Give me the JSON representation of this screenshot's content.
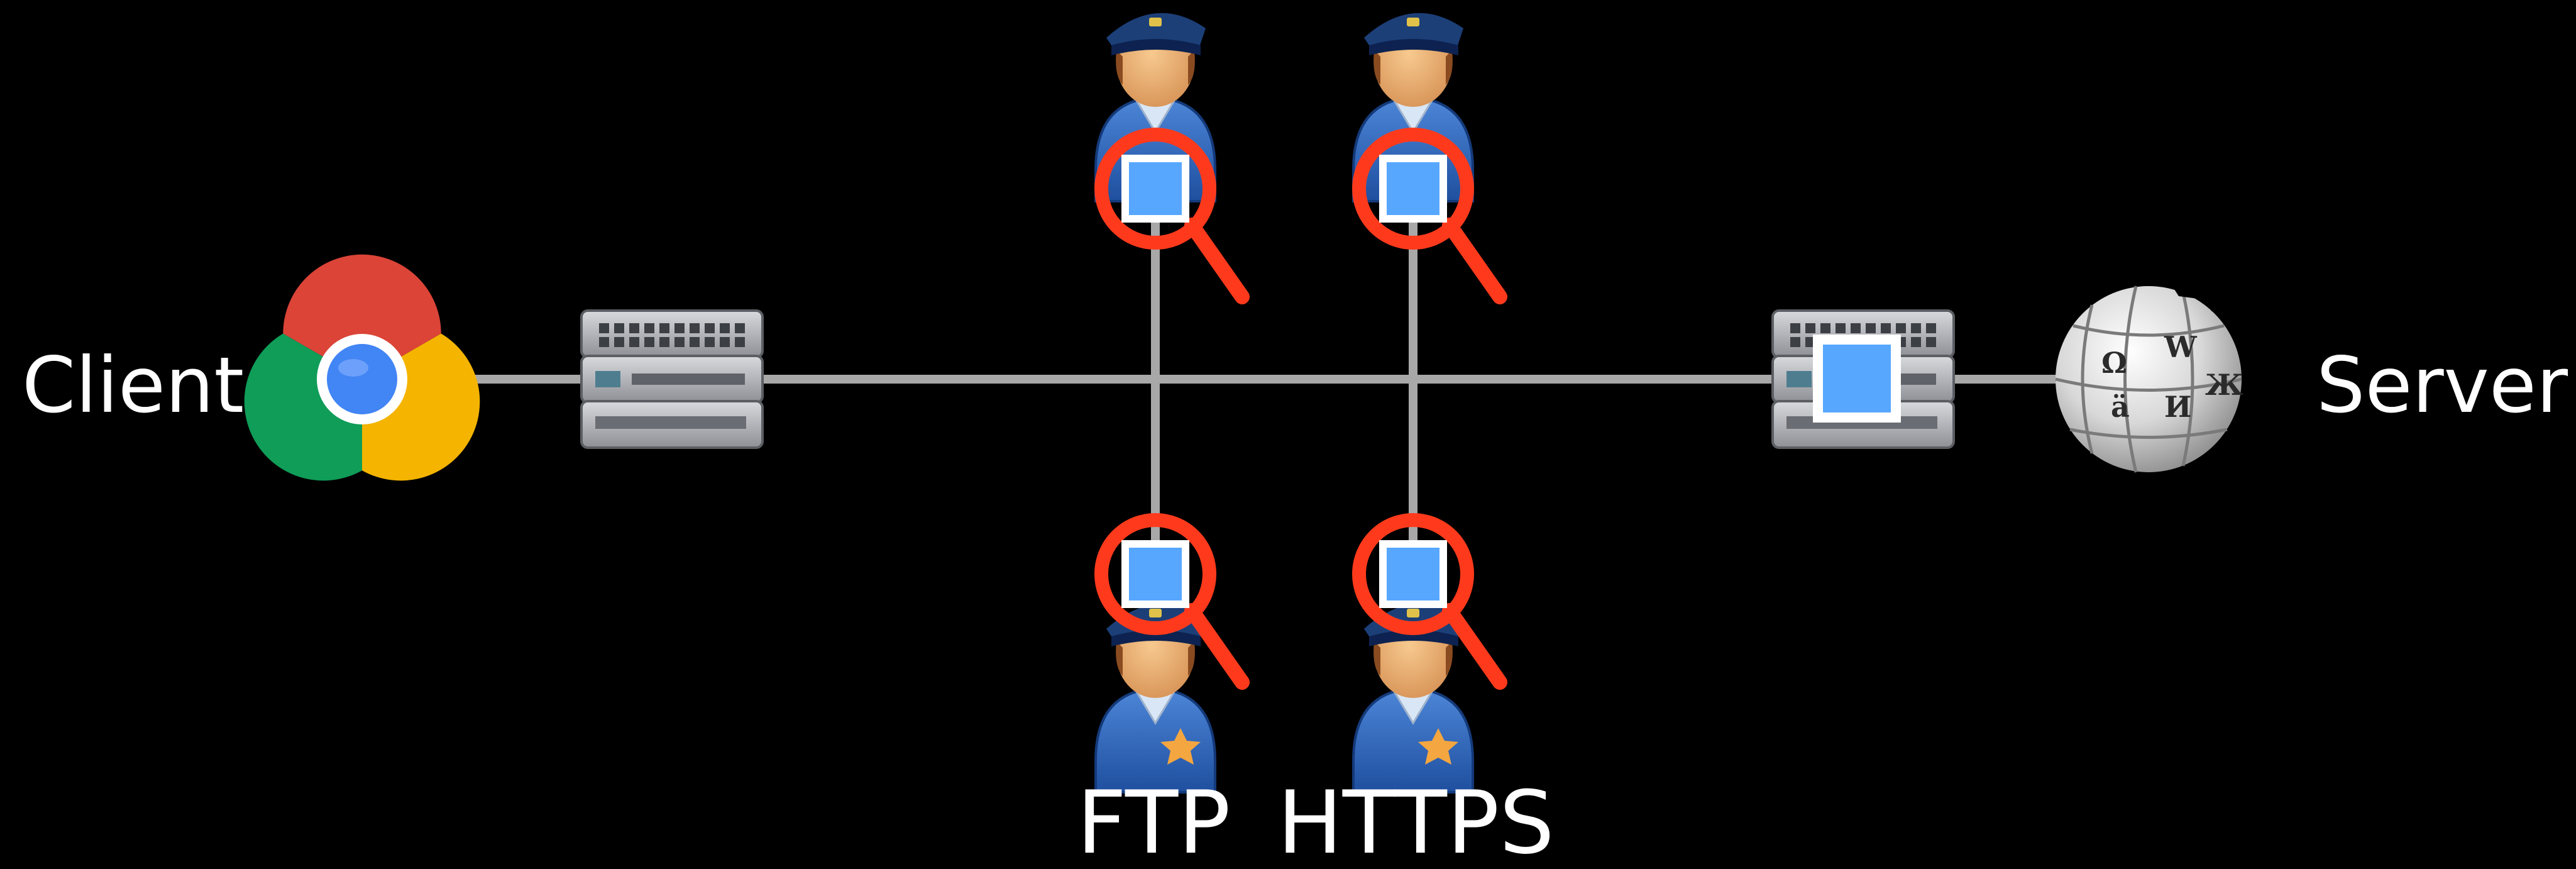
{
  "labels": {
    "client": "Client",
    "server": "Server",
    "ftp": "FTP",
    "https": "HTTPS"
  },
  "icons": {
    "client": "chrome-browser-icon",
    "server": "wikipedia-globe-icon",
    "router_left": "network-router-icon",
    "router_right": "network-router-icon",
    "observer": "police-officer-icon",
    "inspect": "magnifying-glass-icon",
    "packet": "data-packet-icon"
  },
  "colors": {
    "background": "#000000",
    "wire": "#a8a8a8",
    "packet": "#57a7ff",
    "magnifier": "#ff3a1c",
    "uniform": "#2e64b8",
    "chrome_red": "#db4437",
    "chrome_green": "#0f9d58",
    "chrome_yellow": "#f4b400",
    "chrome_blue": "#4285f4"
  }
}
